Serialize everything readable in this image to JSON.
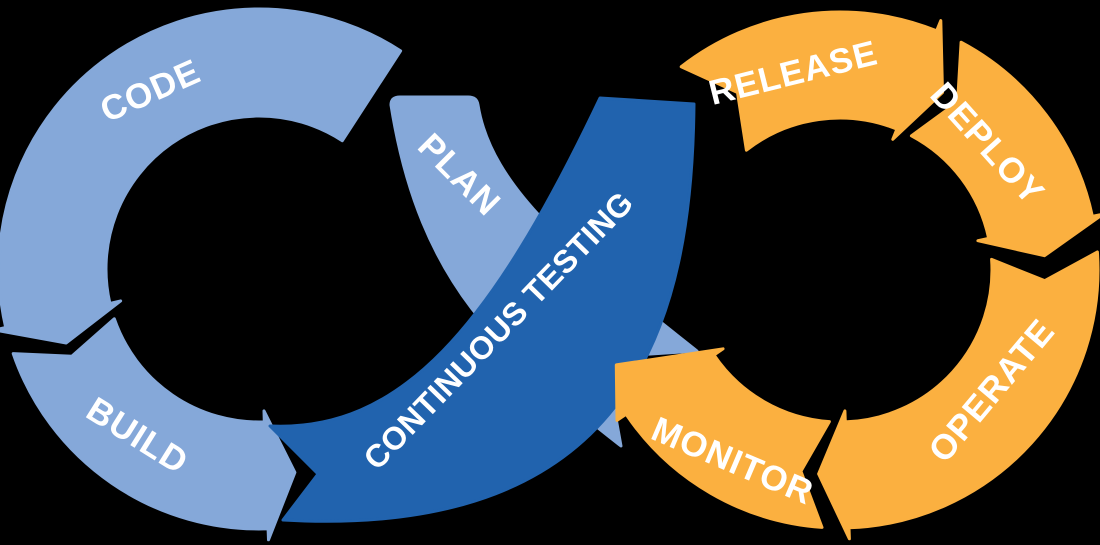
{
  "diagram": {
    "name": "DevOps infinity loop with continuous testing",
    "background": "#000000",
    "colors": {
      "left_loop": "#85A8D9",
      "center_ribbon": "#2163AE",
      "right_loop": "#FBB040",
      "label_text": "#FFFFFF"
    },
    "left_loop": {
      "plan_label": "PLAN",
      "code_label": "CODE",
      "build_label": "BUILD"
    },
    "center_ribbon": {
      "label": "CONTINUOUS TESTING"
    },
    "right_loop": {
      "release_label": "RELEASE",
      "deploy_label": "DEPLOY",
      "operate_label": "OPERATE",
      "monitor_label": "MONITOR"
    }
  }
}
